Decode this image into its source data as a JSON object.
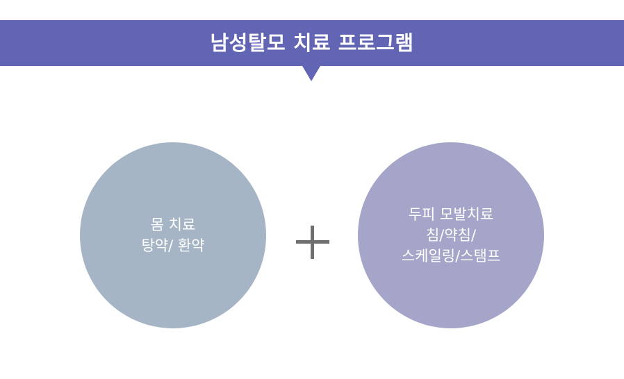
{
  "header": {
    "title": "남성탈모 치료 프로그램"
  },
  "colors": {
    "banner": "#6264b4",
    "left_circle": "#a6b5c6",
    "right_circle": "#a5a5c9",
    "plus": "#6f6f6f"
  },
  "left_circle": {
    "lines": [
      "몸 치료",
      "탕약/ 환약"
    ]
  },
  "operator": {
    "icon": "plus-icon"
  },
  "right_circle": {
    "lines": [
      "두피 모발치료",
      "침/약침/",
      "스케일링/스탬프"
    ]
  }
}
